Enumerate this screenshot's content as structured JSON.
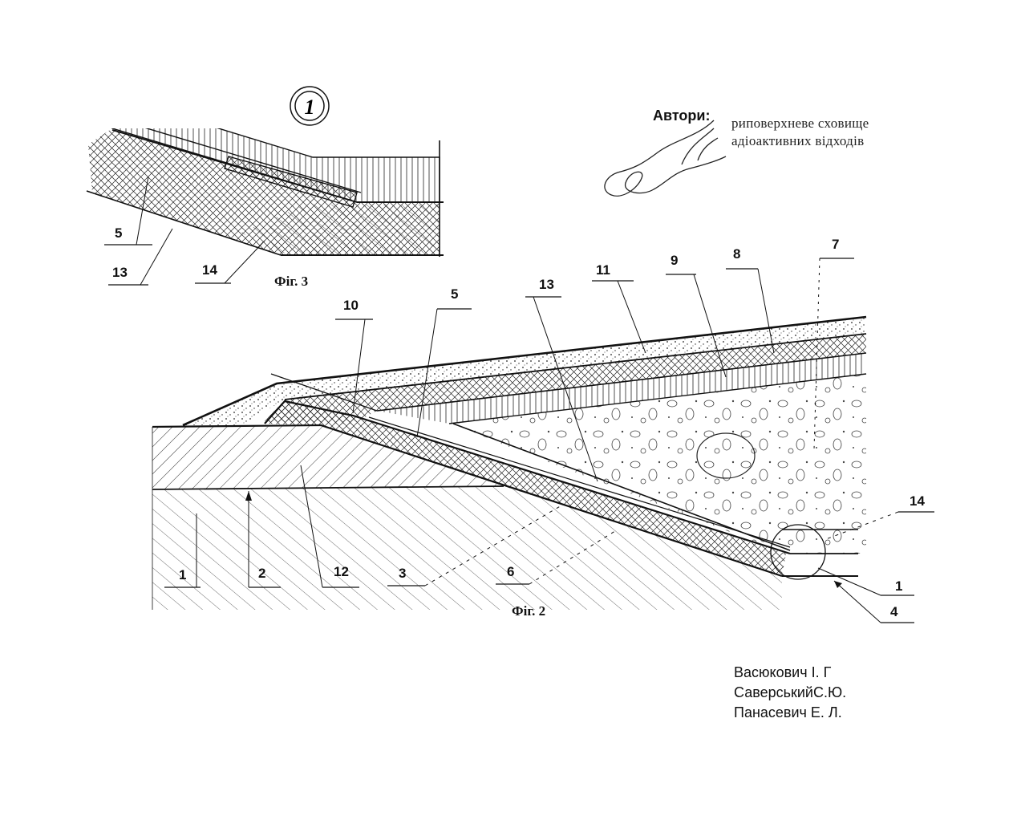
{
  "header": {
    "sheet_number": "1",
    "authors_label": "Автори:",
    "title_line1": "риповерхневе сховище",
    "title_line2": "адіоактивних відходів"
  },
  "fig3": {
    "caption": "Фіг. 3",
    "labels": [
      "5",
      "13",
      "14"
    ]
  },
  "fig2": {
    "caption": "Фіг. 2",
    "labels_top": [
      "10",
      "5",
      "13",
      "11",
      "9",
      "8",
      "7"
    ],
    "labels_bottom": [
      "1",
      "2",
      "12",
      "3",
      "6"
    ],
    "labels_right": [
      "14",
      "1",
      "4"
    ]
  },
  "authors": [
    "Васюкович І. Г",
    "СаверськийС.Ю.",
    "Панасевич Е. Л."
  ]
}
